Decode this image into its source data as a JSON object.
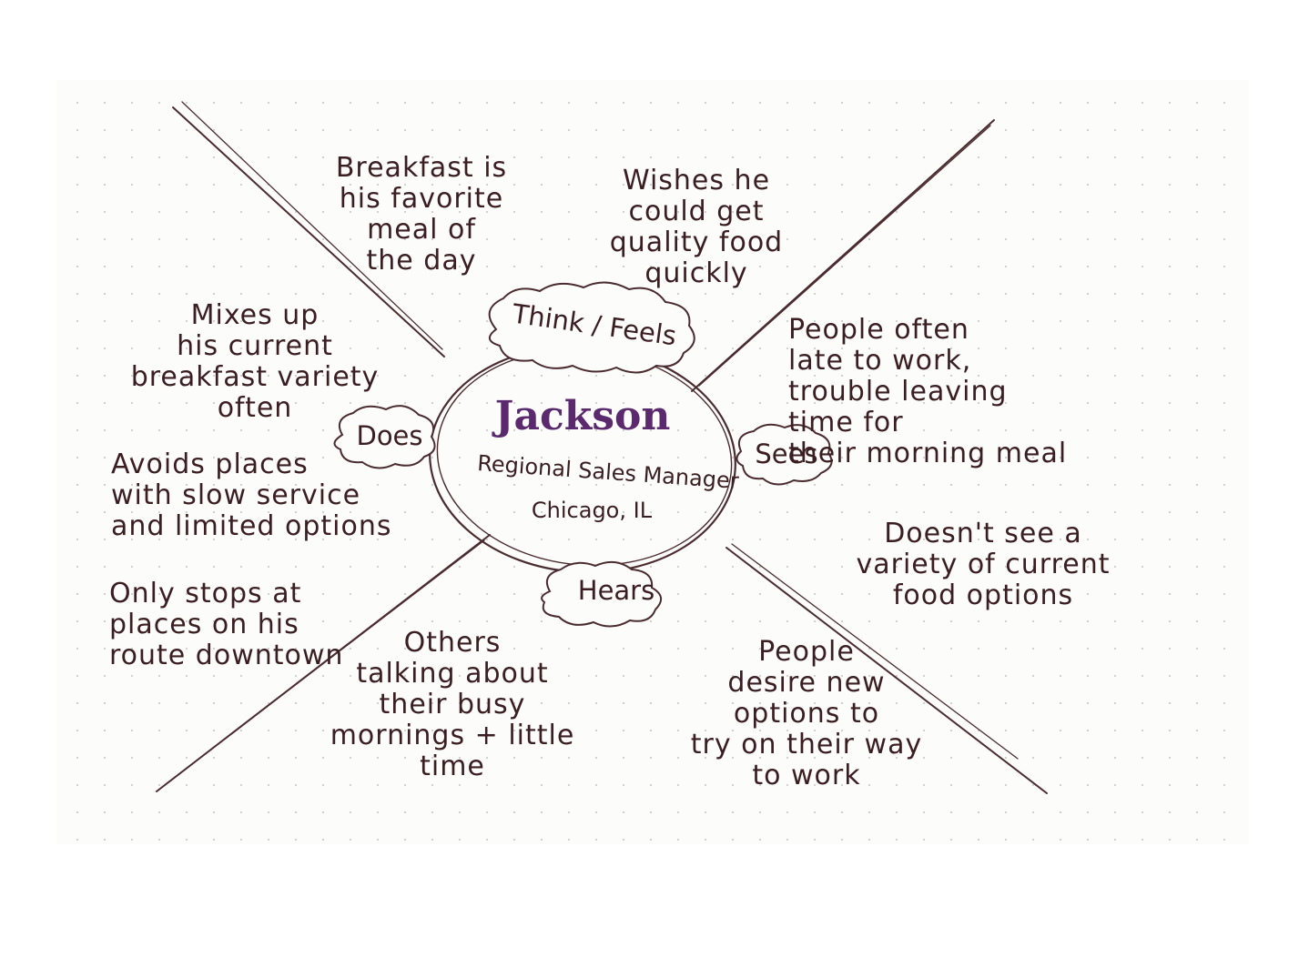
{
  "colors": {
    "ink": "#3a1e22",
    "name_ink": "#5b2a6e",
    "paper": "#fcfcfa",
    "dots": "#cfcfcc"
  },
  "persona": {
    "name": "Jackson",
    "role": "Regional Sales Manager",
    "location": "Chicago, IL"
  },
  "quadrants": {
    "think_feels": {
      "label": "Think / Feels",
      "notes": [
        "Breakfast is\nhis favorite\nmeal of\nthe day",
        "Wishes he\ncould get\nquality food\nquickly"
      ]
    },
    "does": {
      "label": "Does",
      "notes": [
        "Mixes up\nhis current\nbreakfast variety\noften",
        "Avoids places\nwith slow service\nand limited options",
        "Only stops at\nplaces on his\nroute downtown"
      ]
    },
    "sees": {
      "label": "Sees",
      "notes": [
        "People often\nlate to work,\ntrouble leaving\ntime for\ntheir morning meal",
        "Doesn't see a\nvariety of current\nfood options"
      ]
    },
    "hears": {
      "label": "Hears",
      "notes": [
        "Others\ntalking about\ntheir busy\nmornings + little\ntime",
        "People\ndesire new\noptions to\ntry on their way\nto work"
      ]
    }
  }
}
